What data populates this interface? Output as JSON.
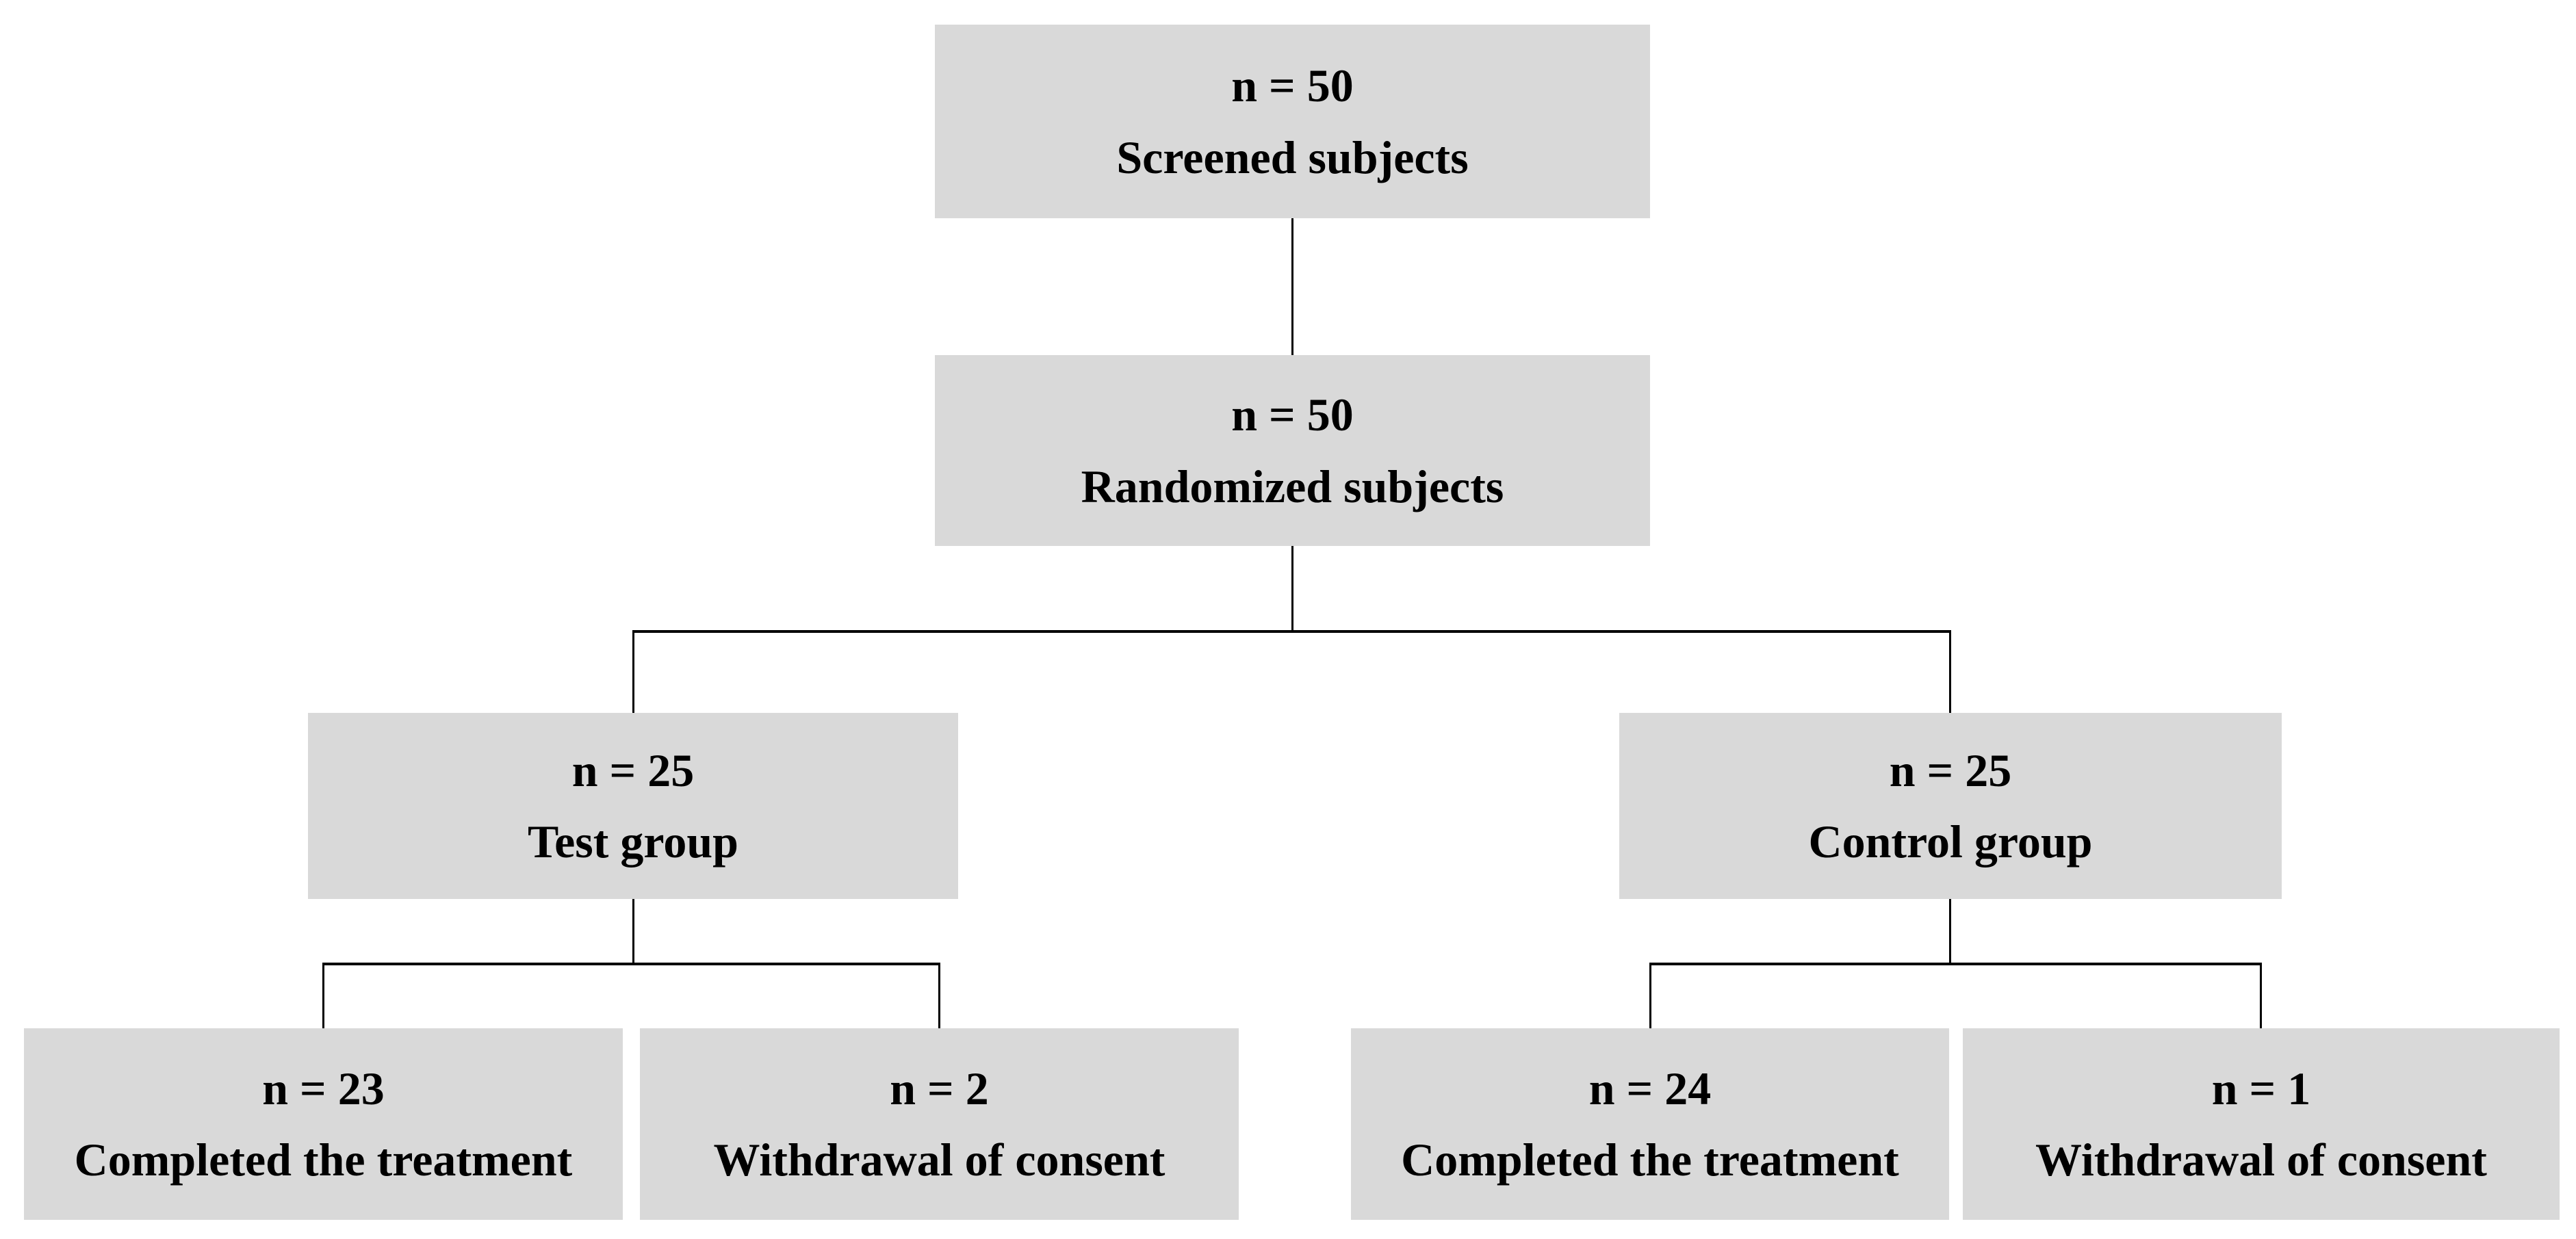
{
  "diagram": {
    "type": "flowchart",
    "description": "Subject disposition flow chart of a randomized controlled trial",
    "colors": {
      "node_fill": "#d9d9d9",
      "connector": "#000000",
      "text": "#000000",
      "background": "#ffffff"
    }
  },
  "nodes": {
    "screened": {
      "count": "n = 50",
      "label": "Screened subjects"
    },
    "randomized": {
      "count": "n = 50",
      "label": "Randomized subjects"
    },
    "test_group": {
      "count": "n = 25",
      "label": "Test group"
    },
    "control_group": {
      "count": "n = 25",
      "label": "Control group"
    },
    "test_completed": {
      "count": "n = 23",
      "label": "Completed the treatment"
    },
    "test_withdrawal": {
      "count": "n = 2",
      "label": "Withdrawal of consent"
    },
    "control_completed": {
      "count": "n = 24",
      "label": "Completed the treatment"
    },
    "control_withdrawal": {
      "count": "n = 1",
      "label": "Withdrawal of consent"
    }
  },
  "edges": [
    {
      "from": "screened",
      "to": "randomized"
    },
    {
      "from": "randomized",
      "to": "test_group"
    },
    {
      "from": "randomized",
      "to": "control_group"
    },
    {
      "from": "test_group",
      "to": "test_completed"
    },
    {
      "from": "test_group",
      "to": "test_withdrawal"
    },
    {
      "from": "control_group",
      "to": "control_completed"
    },
    {
      "from": "control_group",
      "to": "control_withdrawal"
    }
  ]
}
